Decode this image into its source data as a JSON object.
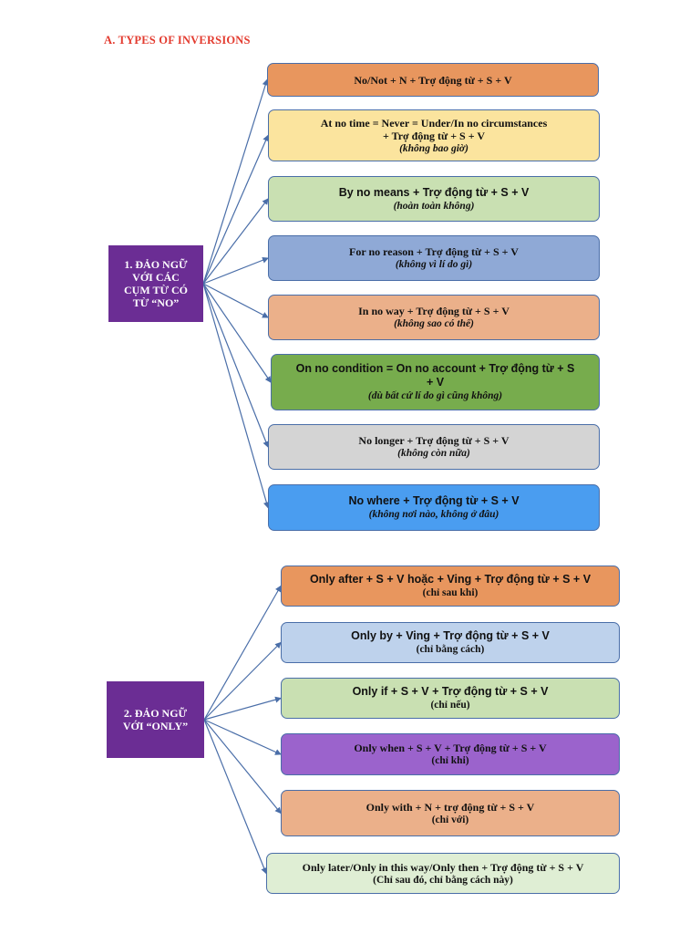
{
  "heading": "A. TYPES OF INVERSIONS",
  "sections": [
    {
      "hub": [
        "1. ĐẢO NGỮ",
        "VỚI CÁC",
        "CỤM TỪ CÓ",
        "TỪ “NO”"
      ],
      "items": [
        {
          "formula": [
            "No/Not + N + Trợ động từ + S + V"
          ],
          "meaning": "",
          "color": "#e8965e"
        },
        {
          "formula": [
            "At no time = Never = Under/In no circumstances",
            "+ Trợ động từ + S + V"
          ],
          "meaning": "(không bao giờ)",
          "color": "#fbe49e"
        },
        {
          "formula": [
            "By no means + Trợ động từ + S + V"
          ],
          "meaning": "(hoàn toàn không)",
          "color": "#c9e0b2"
        },
        {
          "formula": [
            "For no reason + Trợ động từ + S + V"
          ],
          "meaning": "(không vì lí do gì)",
          "color": "#8fa9d6"
        },
        {
          "formula": [
            "In no way + Trợ động từ + S + V"
          ],
          "meaning": "(không sao có thể)",
          "color": "#ebb08a"
        },
        {
          "formula": [
            "On no condition = On no account + Trợ động từ + S",
            "+ V"
          ],
          "meaning": "(dù bất cứ lí do gì cũng không)",
          "color": "#77ac4d"
        },
        {
          "formula": [
            "No longer + Trợ động từ + S + V"
          ],
          "meaning": "(không còn nữa)",
          "color": "#d4d4d4"
        },
        {
          "formula": [
            "No where + Trợ động từ + S + V"
          ],
          "meaning": "(không nơi nào, không ở đâu)",
          "color": "#4a9df0"
        }
      ]
    },
    {
      "hub": [
        "2. ĐẢO NGỮ",
        "VỚI “ONLY”"
      ],
      "items": [
        {
          "formula": [
            "Only after + S + V hoặc + Ving + Trợ động từ + S + V"
          ],
          "meaning": "(chỉ sau khi)",
          "color": "#e8965e"
        },
        {
          "formula": [
            "Only by + Ving + Trợ động từ + S + V"
          ],
          "meaning": "(chỉ bằng cách)",
          "color": "#bed2ec"
        },
        {
          "formula": [
            "Only if + S + V + Trợ động từ + S + V"
          ],
          "meaning": "(chỉ nếu)",
          "color": "#c9e0b2"
        },
        {
          "formula": [
            "Only when + S + V + Trợ động từ + S + V"
          ],
          "meaning": "(chỉ khi)",
          "color": "#9b63cc"
        },
        {
          "formula": [
            "Only with + N + trợ động từ + S + V"
          ],
          "meaning": "(chỉ với)",
          "color": "#ebb08a"
        },
        {
          "formula": [
            "Only later/Only in this way/Only then + Trợ động từ + S + V"
          ],
          "meaning": "(Chỉ sau đó, chỉ bằng cách này)",
          "color": "#dfeed4"
        }
      ]
    }
  ]
}
